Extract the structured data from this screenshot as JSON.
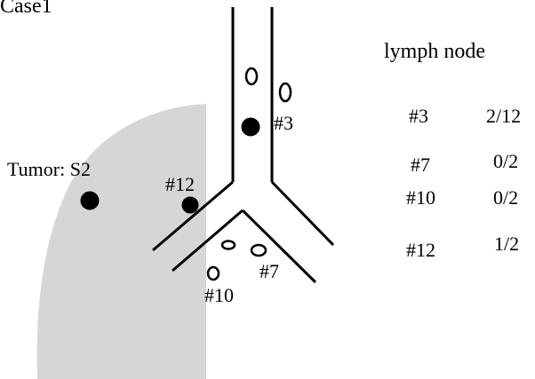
{
  "case_title": "Case1",
  "tumor_label": "Tumor: S2",
  "legend_title": "lymph node",
  "station_labels": {
    "s3": "#3",
    "s7": "#7",
    "s10": "#10",
    "s12": "#12"
  },
  "table": [
    {
      "station": "#3",
      "ratio": "2/12"
    },
    {
      "station": "#7",
      "ratio": "0/2"
    },
    {
      "station": "#10",
      "ratio": "0/2"
    },
    {
      "station": "#12",
      "ratio": "1/2"
    }
  ],
  "colors": {
    "lung_fill": "#d6d6d6",
    "ink": "#000000",
    "background": "#ffffff"
  }
}
